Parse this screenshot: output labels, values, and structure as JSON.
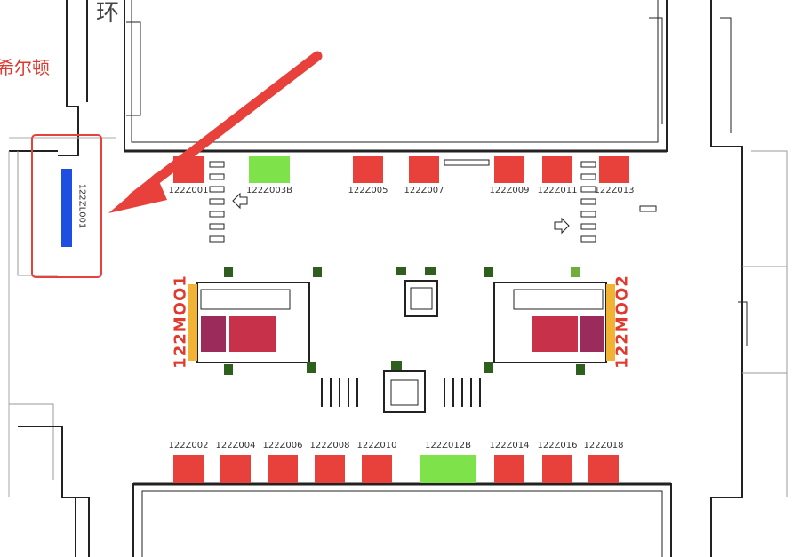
{
  "header": {
    "top_char": "环",
    "hilton_label": "希尔顿"
  },
  "colors": {
    "booth_red": "#e8403a",
    "booth_green": "#7ee24a",
    "highlight_blue": "#1f4fe0",
    "arrow_red": "#e8403a",
    "escalator_label": "#e03a2f"
  },
  "zones": {
    "highlight": {
      "label": "122ZL001"
    },
    "escalator_left": {
      "label": "122MOO1"
    },
    "escalator_right": {
      "label": "122MOO2"
    }
  },
  "booths_top": [
    {
      "id": "122Z001",
      "label": "122Z001",
      "status": "red"
    },
    {
      "id": "122Z003B",
      "label": "122Z003B",
      "status": "green"
    },
    {
      "id": "122Z005",
      "label": "122Z005",
      "status": "red"
    },
    {
      "id": "122Z007",
      "label": "122Z007",
      "status": "red"
    },
    {
      "id": "122Z009",
      "label": "122Z009",
      "status": "red"
    },
    {
      "id": "122Z011",
      "label": "122Z011",
      "status": "red"
    },
    {
      "id": "122Z013",
      "label": "122Z013",
      "status": "red"
    }
  ],
  "booths_bottom": [
    {
      "id": "122Z002",
      "label": "122Z002",
      "status": "red"
    },
    {
      "id": "122Z004",
      "label": "122Z004",
      "status": "red"
    },
    {
      "id": "122Z006",
      "label": "122Z006",
      "status": "red"
    },
    {
      "id": "122Z008",
      "label": "122Z008",
      "status": "red"
    },
    {
      "id": "122Z010",
      "label": "122Z010",
      "status": "red"
    },
    {
      "id": "122Z012B",
      "label": "122Z012B",
      "status": "green"
    },
    {
      "id": "122Z014",
      "label": "122Z014",
      "status": "red"
    },
    {
      "id": "122Z016",
      "label": "122Z016",
      "status": "red"
    },
    {
      "id": "122Z018",
      "label": "122Z018",
      "status": "red"
    }
  ]
}
